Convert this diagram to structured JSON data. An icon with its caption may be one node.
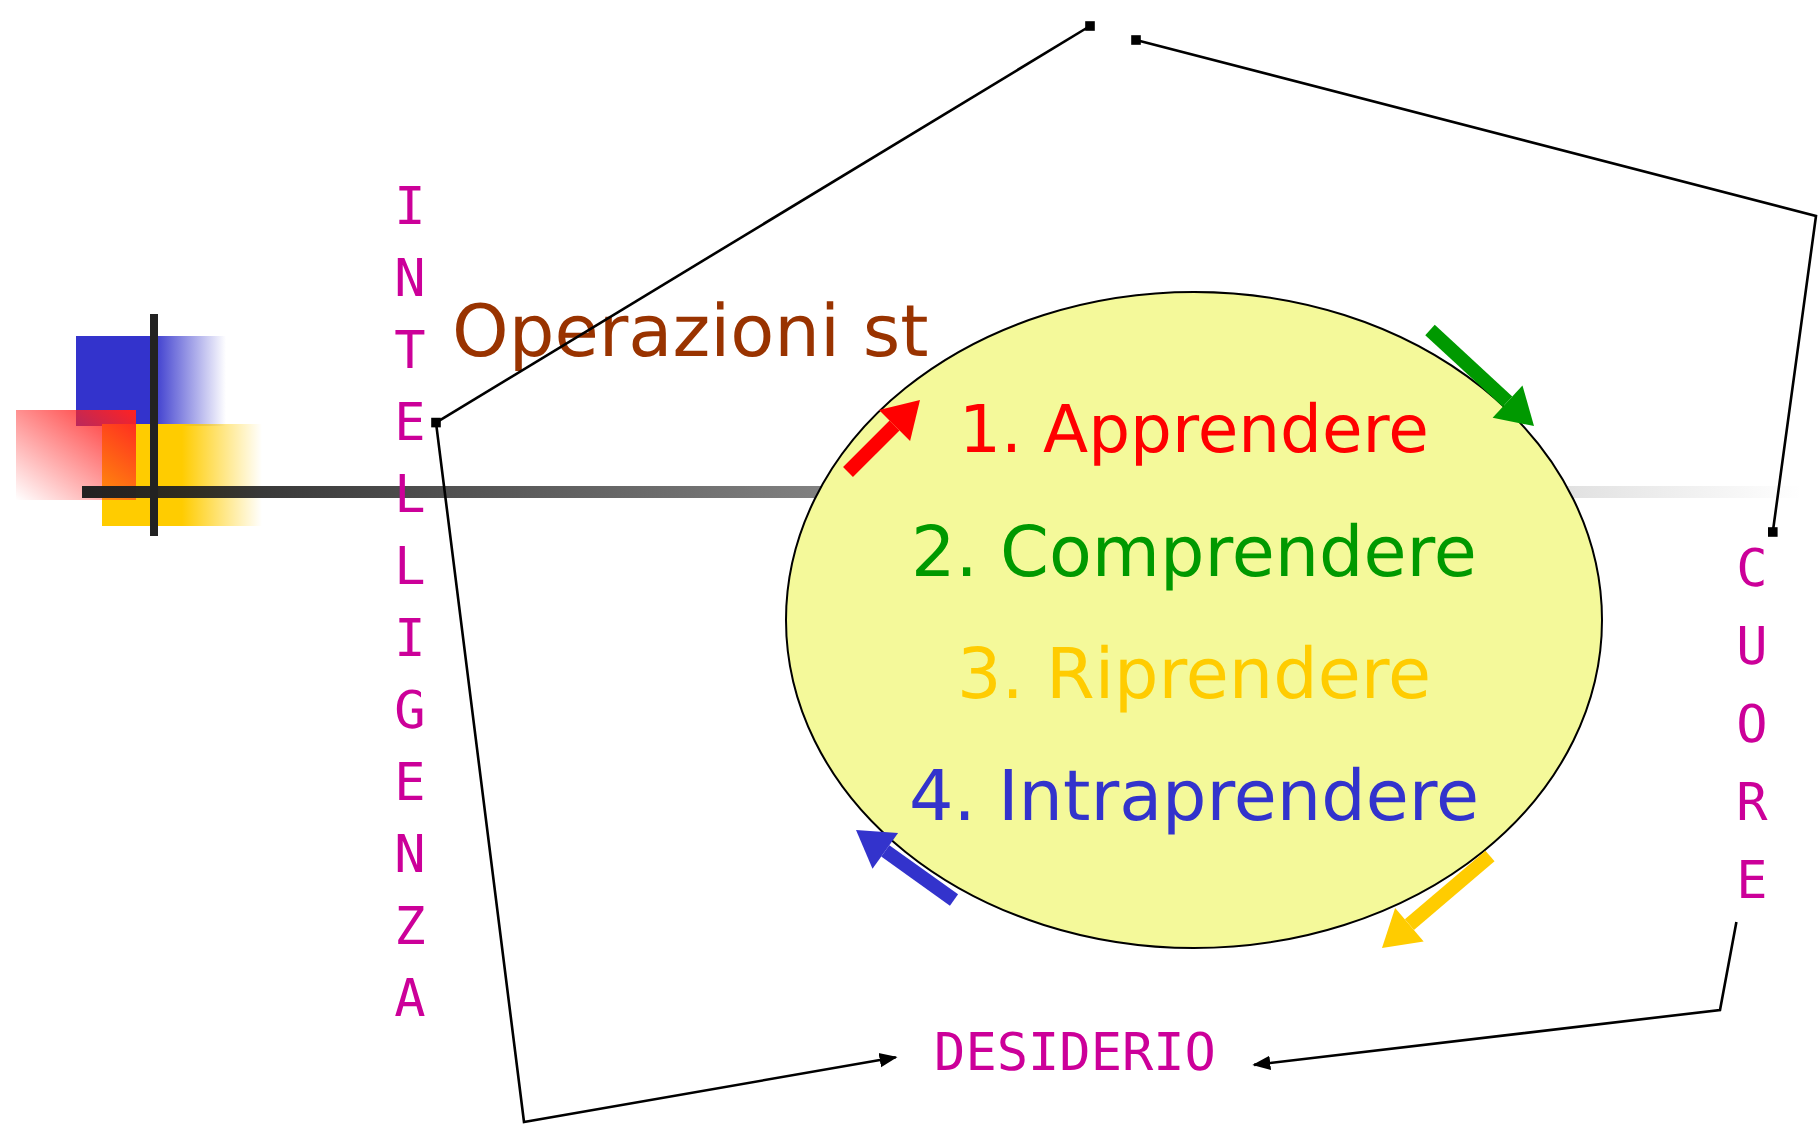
{
  "diagram": {
    "title": "Operazioni st",
    "nodes": [
      {
        "text": [
          "INTELLIGENZA"
        ]
      },
      {
        "text": [
          "1. Apprendere",
          "2. Comprendere",
          "3. Riprendere",
          "4. Intraprendere"
        ]
      },
      {
        "text": [
          "CUORE"
        ]
      },
      {
        "text": [
          "DESIDERIO"
        ]
      }
    ],
    "edges": [
      {
        "from": 0,
        "to": 3,
        "arrow": "to"
      },
      {
        "from": 2,
        "to": 3,
        "arrow": "to"
      },
      {
        "from": 0,
        "to": null,
        "arrow": "other"
      },
      {
        "from": null,
        "to": 2,
        "arrow": "other"
      }
    ]
  }
}
